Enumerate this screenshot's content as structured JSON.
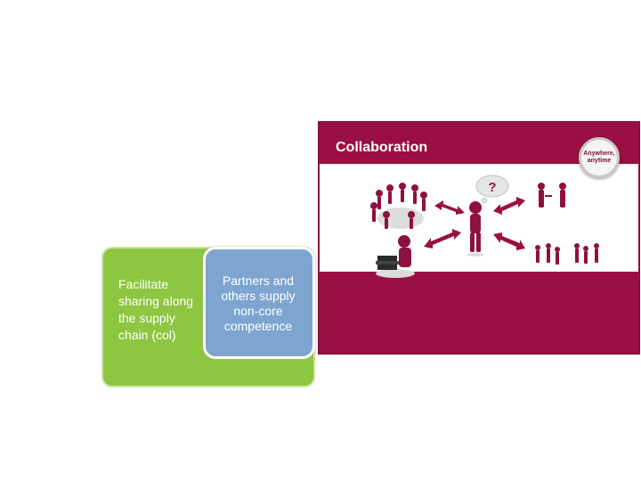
{
  "diagram": {
    "outer_box": {
      "text": "Facilitate sharing along the supply chain (col)"
    },
    "inner_box": {
      "text": "Partners and others supply non-core competence"
    }
  },
  "slide": {
    "title": "Collaboration",
    "badge": "Anywhere, anytime",
    "question_mark": "?",
    "colors": {
      "primary": "#9c0f42",
      "figure": "#8e1040"
    }
  }
}
